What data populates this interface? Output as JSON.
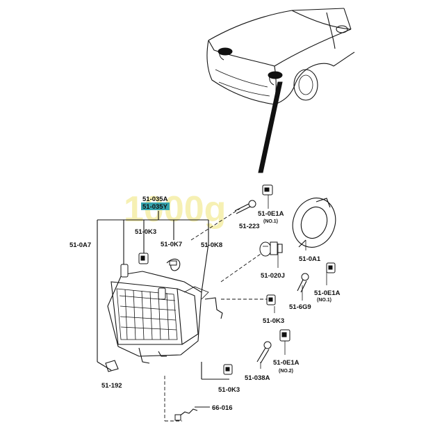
{
  "watermark": "1000g",
  "labels": {
    "p51_035A": "51-035A",
    "p51_035Y": "51-035Y",
    "p51_0K3_top": "51-0K3",
    "p51_0K7": "51-0K7",
    "p51_0K8": "51-0K8",
    "p51_0A7": "51-0A7",
    "p51_223": "51-223",
    "p51_0E1A_1": "51-0E1A",
    "p51_0E1A_1_sub": "(NO.1)",
    "p51_0A1": "51-0A1",
    "p51_020J": "51-020J",
    "p51_0E1A_2": "51-0E1A",
    "p51_0E1A_2_sub": "(NO.1)",
    "p51_6G9": "51-6G9",
    "p51_0K3_mid": "51-0K3",
    "p51_0E1A_3": "51-0E1A",
    "p51_0E1A_3_sub": "(NO.2)",
    "p51_038A": "51-038A",
    "p51_0K3_bot": "51-0K3",
    "p51_192": "51-192",
    "p66_016": "66-016"
  },
  "colors": {
    "highlight": "#35a3ad",
    "watermark": "#f3ec9a"
  }
}
